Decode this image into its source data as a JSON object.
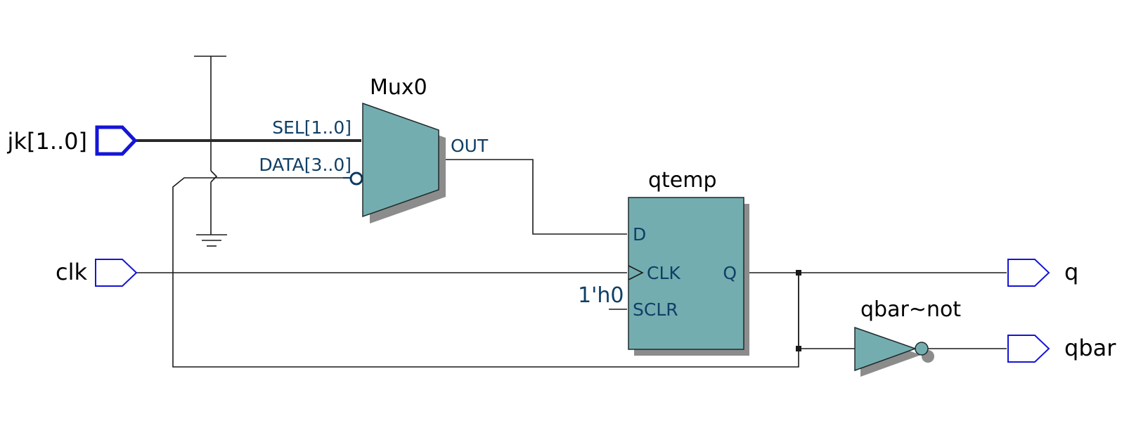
{
  "inputs": {
    "jk": "jk[1..0]",
    "clk": "clk"
  },
  "outputs": {
    "q": "q",
    "qbar": "qbar"
  },
  "mux": {
    "name": "Mux0",
    "sel_port": "SEL[1..0]",
    "data_port": "DATA[3..0]",
    "out_port": "OUT"
  },
  "flipflop": {
    "name": "qtemp",
    "d_port": "D",
    "clk_port": "CLK",
    "sclr_port": "SCLR",
    "q_port": "Q",
    "sclr_const": "1'h0"
  },
  "inverter": {
    "name": "qbar~not"
  },
  "colors": {
    "component_fill": "#74adb0",
    "pin_stroke": "#1515d6",
    "port_text": "#0f3f66"
  }
}
